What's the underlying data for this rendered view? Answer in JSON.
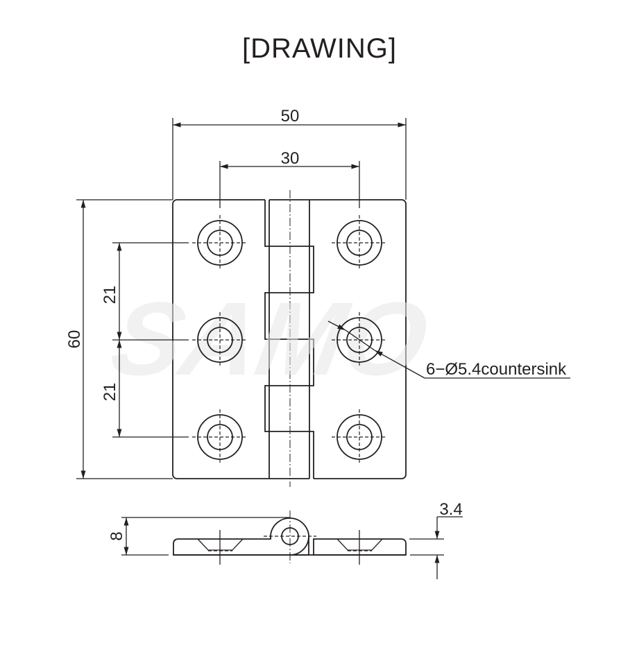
{
  "title": "[DRAWING]",
  "watermark": "SAMO",
  "colors": {
    "part_fill": "#bde3f8",
    "line": "#231f20",
    "background": "#ffffff"
  },
  "dimensions": {
    "overall_width": "50",
    "hole_spacing_horizontal": "30",
    "overall_height": "60",
    "hole_spacing_upper": "21",
    "hole_spacing_lower": "21",
    "knuckle_height": "8",
    "plate_thickness": "3.4"
  },
  "hole_callout": "6−Ø5.4countersink"
}
